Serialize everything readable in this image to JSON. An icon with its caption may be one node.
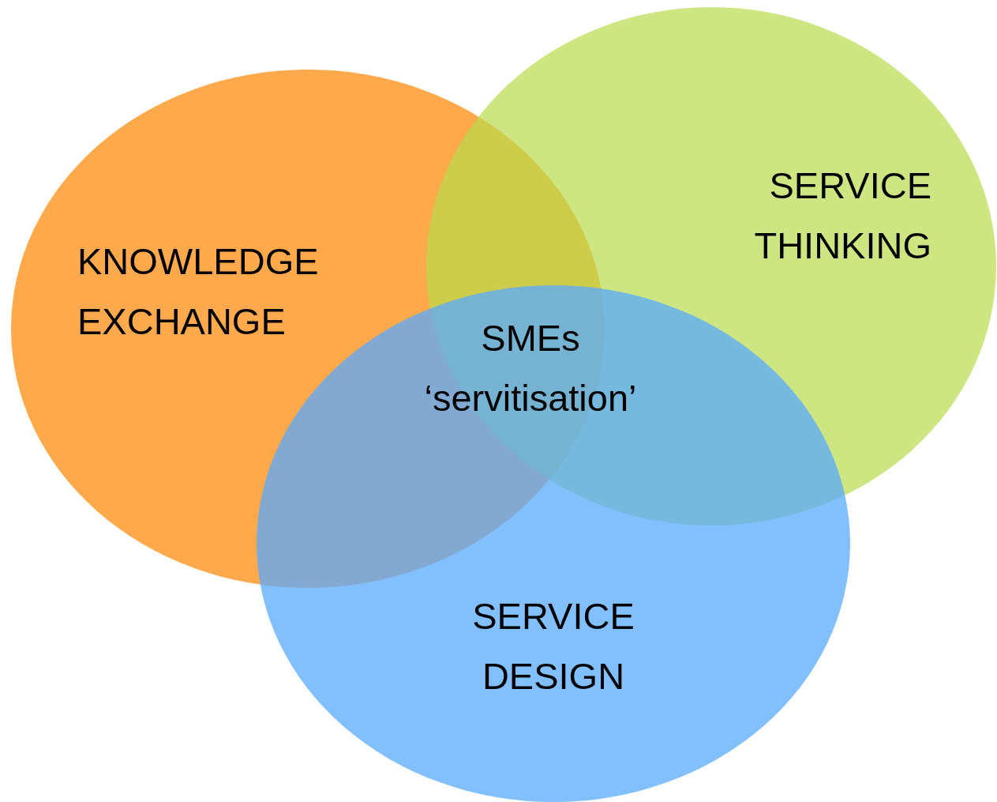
{
  "diagram": {
    "nodes": [
      {
        "text": [
          "KNOWLEDGE EXCHANGE"
        ]
      },
      {
        "text": [
          "SERVICE THINKING"
        ]
      },
      {
        "text": [
          "SERVICE DESIGN"
        ]
      }
    ],
    "labels": [
      "SMEs ‘servitisation’"
    ]
  }
}
